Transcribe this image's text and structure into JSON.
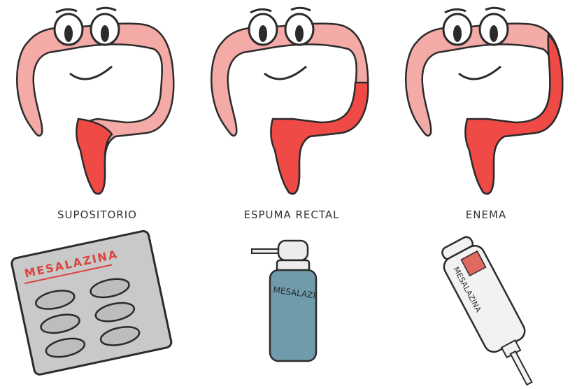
{
  "colors": {
    "colon_base": "#f4aaa6",
    "colon_outline": "#2b2b2b",
    "colon_affected": "#ef4a46",
    "pack_body": "#c9c9c9",
    "pack_red_text": "#d9453f",
    "spray_can": "#6f9bab",
    "spray_cap": "#ececec",
    "tube_body": "#f2f2f2",
    "tube_label": "#e06a60"
  },
  "panels": [
    {
      "caption": "SUPOSITORIO",
      "affected_region": "rectum",
      "product": {
        "type": "suppository-blister-pack",
        "brand_text": "MESALAZINA"
      }
    },
    {
      "caption": "ESPUMA RECTAL",
      "affected_region": "rectum-sigmoid-descending",
      "product": {
        "type": "spray-can",
        "brand_text": "MESALAZI"
      }
    },
    {
      "caption": "ENEMA",
      "affected_region": "rectum-to-splenic-flexure",
      "product": {
        "type": "enema-tube",
        "brand_text": "MESALAZINA"
      }
    }
  ]
}
